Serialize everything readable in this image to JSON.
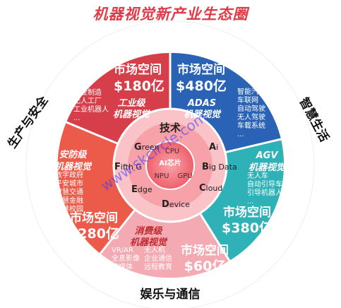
{
  "title": "机器视觉新产业生态圈",
  "outer_labels": {
    "left": "生产与安全",
    "right": "智慧生活",
    "bottom": "娱乐与通信"
  },
  "colors": {
    "title": "#e13a47",
    "industrial": "#d63f4a",
    "adas": "#2a62b6",
    "agv": "#2fb1b8",
    "security": "#ec5a4a",
    "consumer": "#f3a5ae",
    "ring_light": "#f8b9bf",
    "center": "#f5757e",
    "core": "#f9cfd3"
  },
  "segments": {
    "industrial": {
      "market_label": "市场空间",
      "market_value": "$180亿",
      "name": "工业级\n机器视觉",
      "items": [
        "工业制造",
        "无人工厂",
        "工业机器人",
        "..."
      ]
    },
    "adas": {
      "market_label": "市场空间",
      "market_value": "$480亿",
      "name": "ADAS\n机器视觉",
      "items": [
        "智能汽车",
        "车联网",
        "自动驾驶",
        "无人驾驶",
        "车载系统",
        "..."
      ]
    },
    "agv": {
      "market_label": "市场空间",
      "market_value": "$380亿",
      "name": "AGV\n机器视觉",
      "items": [
        "无人车",
        "自动引导车",
        "引导机器人",
        "..."
      ]
    },
    "security": {
      "market_label": "市场空间",
      "market_value": "$280亿",
      "name": "安防级\n机器视觉",
      "items": [
        "数字政府",
        "平安城市",
        "智慧交通",
        "智慧金融",
        "智慧校园"
      ]
    },
    "consumer": {
      "market_label": "市场空间",
      "market_value": "$60亿",
      "name": "消费级\n机器视觉",
      "items_left": [
        "VR/AR",
        "全息影像",
        "流媒体"
      ],
      "items_right": [
        "无人机",
        "企业通信",
        "远程教育",
        "..."
      ]
    }
  },
  "tech_ring": {
    "title": "技术",
    "terms": [
      "Green",
      "Ai",
      "Fifth G",
      "Big Data",
      "Edge",
      "Cloud",
      "Device"
    ]
  },
  "core": {
    "title": "AI芯片",
    "chips": [
      "CPU",
      "NPU",
      "GPU"
    ]
  },
  "watermark": "www.skcircle.com"
}
